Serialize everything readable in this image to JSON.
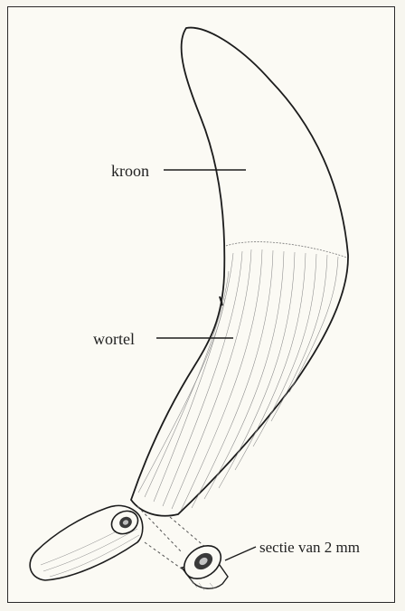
{
  "diagram": {
    "labels": {
      "crown": "kroon",
      "root": "wortel",
      "section": "sectie van 2 mm"
    }
  }
}
